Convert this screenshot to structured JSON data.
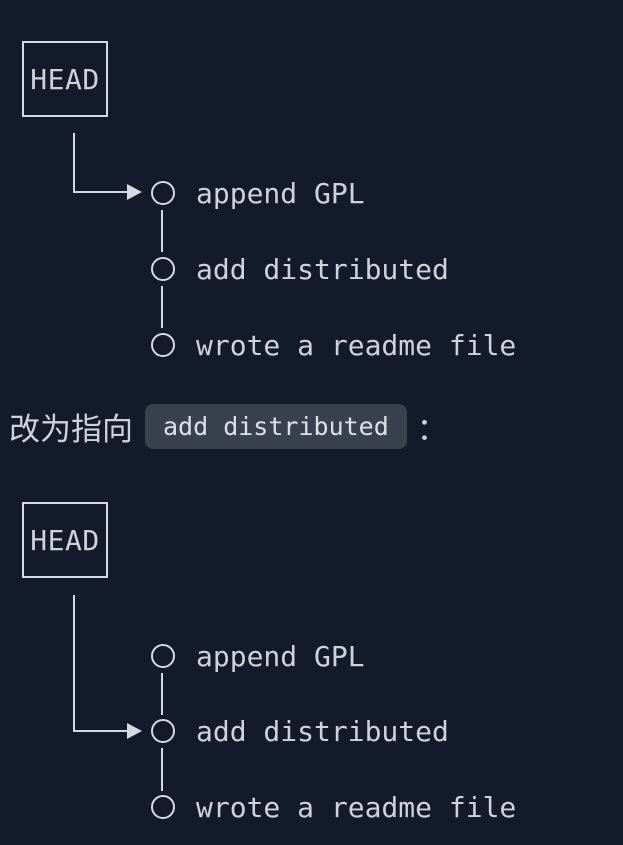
{
  "colors": {
    "background": "#131a2a",
    "line": "#d3dae5",
    "text": "#ccd3de",
    "chip_background": "#3a414e",
    "chip_text": "#dbe1e9"
  },
  "diagram_before": {
    "head_label": "HEAD",
    "head_points_to": "append GPL",
    "commits": [
      "append GPL",
      "add distributed",
      "wrote a readme file"
    ]
  },
  "caption": {
    "prefix": "改为指向",
    "code": "add distributed",
    "suffix": "："
  },
  "diagram_after": {
    "head_label": "HEAD",
    "head_points_to": "add distributed",
    "commits": [
      "append GPL",
      "add distributed",
      "wrote a readme file"
    ]
  }
}
